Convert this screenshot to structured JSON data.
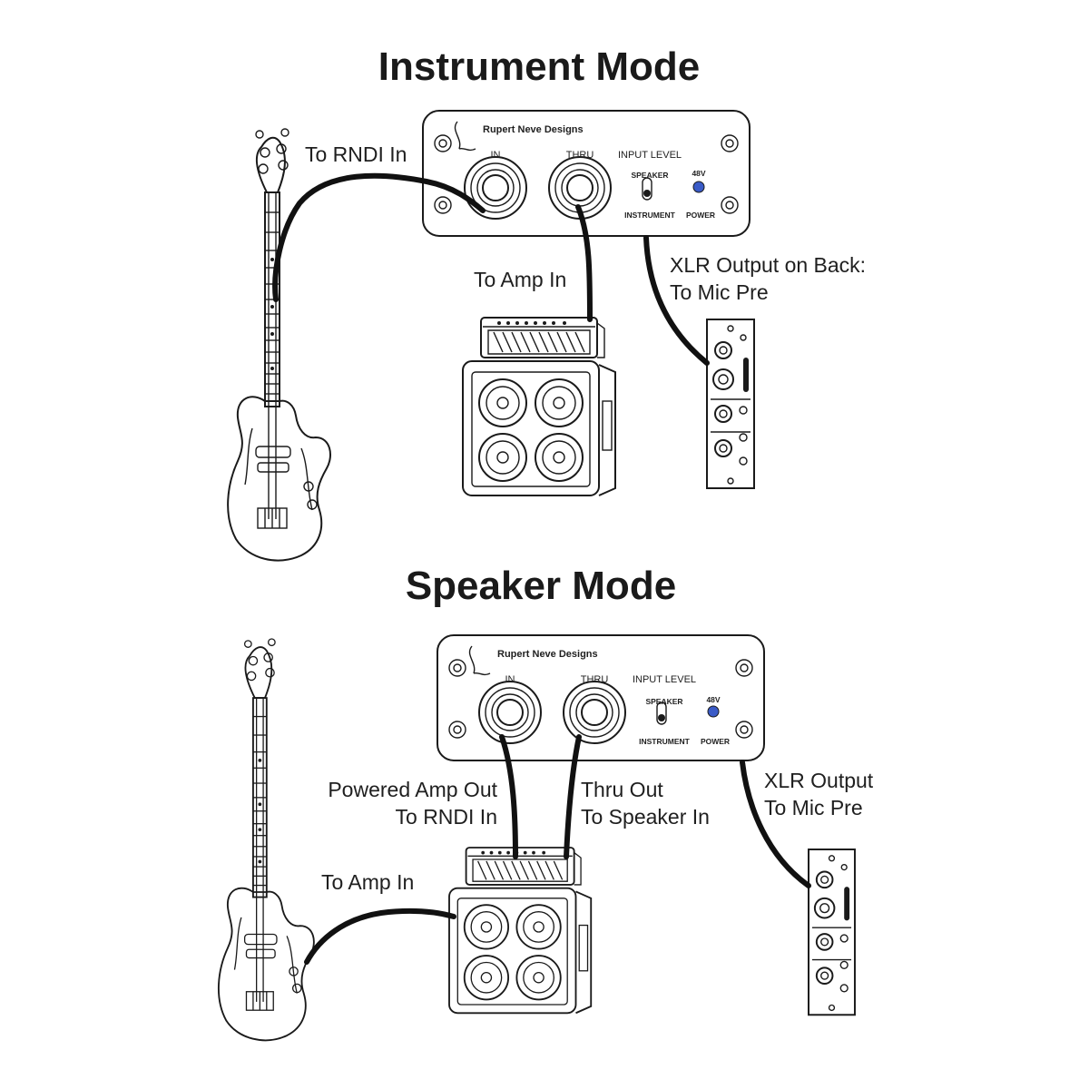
{
  "colors": {
    "ink": "#1a1a1a",
    "background": "#ffffff",
    "power_led": "#3a5bc7"
  },
  "icons": [
    "bass-guitar-icon",
    "di-box-icon",
    "guitar-amp-icon",
    "mic-preamp-module-icon",
    "cable-icon"
  ],
  "instrument_mode": {
    "title": "Instrument Mode",
    "di_box": {
      "brand": "Rupert Neve Designs",
      "in_label": "IN",
      "thru_label": "THRU",
      "input_level_label": "INPUT LEVEL",
      "speaker_label": "SPEAKER",
      "instrument_label": "INSTRUMENT",
      "phantom_label": "48V",
      "power_label": "POWER"
    },
    "labels": {
      "to_rndi_in": "To RNDI In",
      "to_amp_in": "To Amp In",
      "xlr_line1": "XLR Output on Back:",
      "xlr_line2": "To Mic Pre"
    }
  },
  "speaker_mode": {
    "title": "Speaker Mode",
    "di_box": {
      "brand": "Rupert Neve Designs",
      "in_label": "IN",
      "thru_label": "THRU",
      "input_level_label": "INPUT LEVEL",
      "speaker_label": "SPEAKER",
      "instrument_label": "INSTRUMENT",
      "phantom_label": "48V",
      "power_label": "POWER"
    },
    "labels": {
      "powered_line1": "Powered Amp Out",
      "powered_line2": "To RNDI In",
      "thru_line1": "Thru Out",
      "thru_line2": "To Speaker In",
      "to_amp_in": "To Amp In",
      "xlr_line1": "XLR Output",
      "xlr_line2": "To Mic Pre"
    }
  }
}
